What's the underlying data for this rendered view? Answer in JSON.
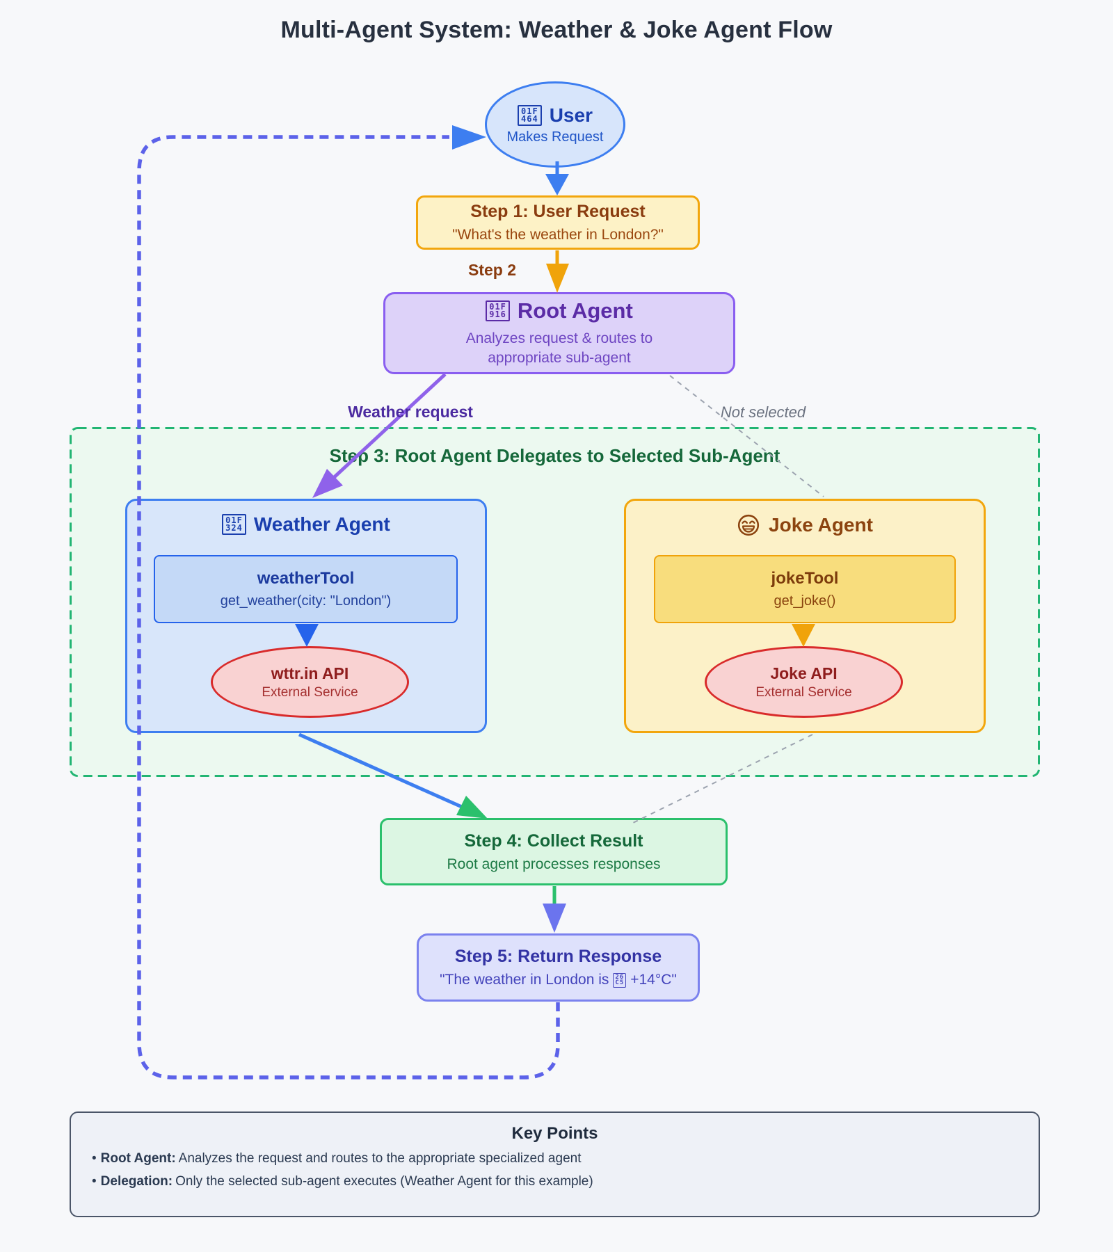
{
  "title": "Multi-Agent System: Weather & Joke Agent Flow",
  "user_node": {
    "icon_hex": [
      "01F",
      "464"
    ],
    "title": "User",
    "subtitle": "Makes Request"
  },
  "step1": {
    "title": "Step 1: User Request",
    "subtitle": "\"What's the weather in London?\""
  },
  "edge_labels": {
    "step2": "Step 2",
    "weather_request": "Weather request",
    "not_selected": "Not selected"
  },
  "root_agent": {
    "icon_hex": [
      "01F",
      "916"
    ],
    "title": "Root Agent",
    "subtitle": "Analyzes request & routes to appropriate sub-agent"
  },
  "step3": {
    "title": "Step 3: Root Agent Delegates to Selected Sub-Agent"
  },
  "weather_agent": {
    "icon_hex": [
      "01F",
      "324"
    ],
    "title": "Weather Agent",
    "tool": {
      "name": "weatherTool",
      "signature": "get_weather(city: \"London\")"
    },
    "api": {
      "name": "wttr.in API",
      "type": "External Service"
    }
  },
  "joke_agent": {
    "icon": "grinning-face",
    "title": "Joke Agent",
    "tool": {
      "name": "jokeTool",
      "signature": "get_joke()"
    },
    "api": {
      "name": "Joke API",
      "type": "External Service"
    }
  },
  "step4": {
    "title": "Step 4: Collect Result",
    "subtitle": "Root agent processes responses"
  },
  "step5": {
    "title": "Step 5: Return Response",
    "subtitle_before": "\"The weather in London is",
    "icon_hex": [
      "26",
      "C5"
    ],
    "subtitle_after": "+14°C\""
  },
  "key_points": {
    "title": "Key Points",
    "bullet": "•",
    "bullets": [
      {
        "label": "Root Agent:",
        "text": "Analyzes the request and routes to the appropriate specialized agent"
      },
      {
        "label": "Delegation:",
        "text": "Only the selected sub-agent executes (Weather Agent for this example)"
      }
    ]
  },
  "colors": {
    "background": "#f7f8fa",
    "blue": "#3d7ef0",
    "orange": "#f2a60d",
    "purple": "#8a5ef0",
    "green": "#2bc06c",
    "green_dashed": "#22b573",
    "red": "#d92b2b",
    "indigo_loop": "#5c62e9",
    "gray_dashed": "#9ca3af"
  }
}
